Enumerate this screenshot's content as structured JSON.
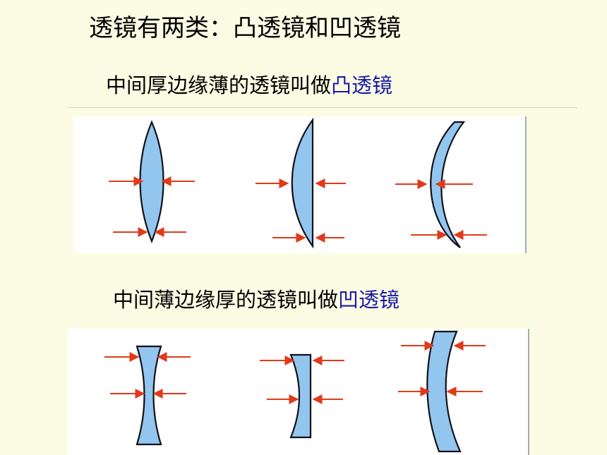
{
  "title": "透镜有两类：凸透镜和凹透镜",
  "convex": {
    "definition": "中间厚边缘薄的透镜叫做",
    "keyword": "凸透镜"
  },
  "concave": {
    "definition": "中间薄边缘厚的透镜叫做",
    "keyword": "凹透镜"
  },
  "colors": {
    "background": "#fcfce4",
    "keyword": "#1a1aa8",
    "lens_fill": "#93c6ee",
    "arrow": "#e03a1a"
  }
}
